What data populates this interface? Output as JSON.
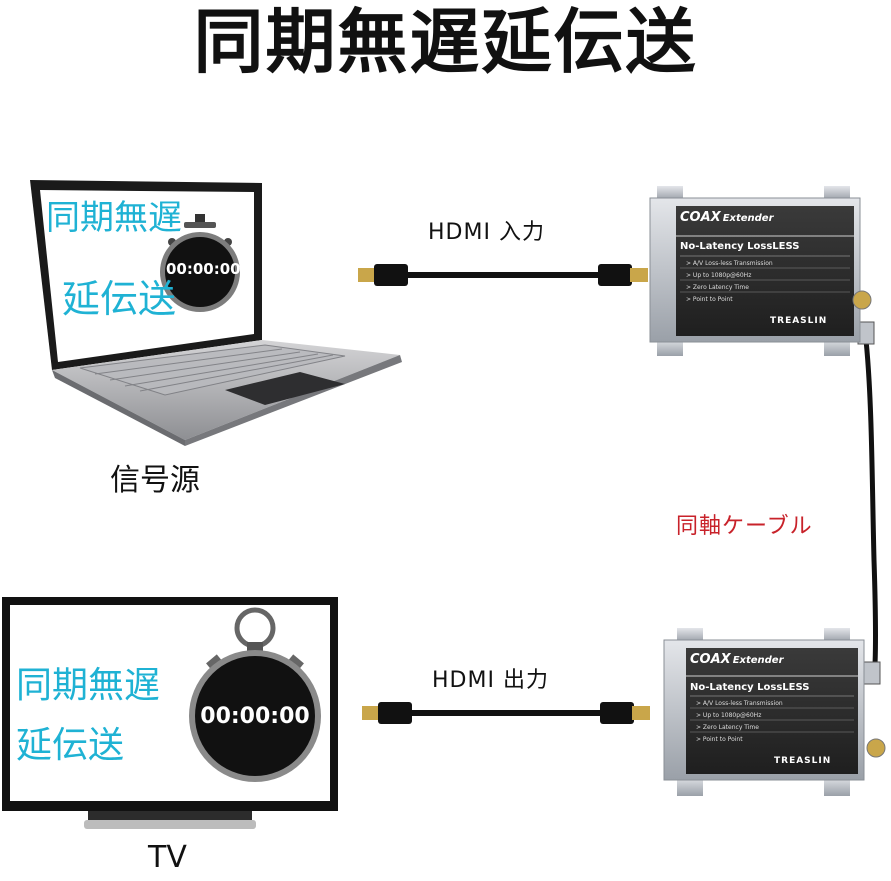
{
  "headline": "同期無遅延伝送",
  "source_label": "信号源",
  "tv_label": "TV",
  "cable_in_label": "HDMI 入力",
  "cable_out_label": "HDMI 出力",
  "coax_label": "同軸ケーブル",
  "laptop_screen": {
    "line1": "同期無遅",
    "line2": "延伝送",
    "timer": "00:00:00"
  },
  "tv_screen": {
    "line1": "同期無遅",
    "line2": "延伝送",
    "timer": "00:00:00"
  },
  "extender": {
    "logo": "COAX",
    "logo_suffix": "Extender",
    "heading": "No-Latency LossLESS",
    "features": [
      "> A/V Loss-less Transmission",
      "> Up to 1080p@60Hz",
      "> Zero Latency Time",
      "> Point to Point"
    ],
    "brand": "TREASLIN"
  },
  "colors": {
    "accent_cyan": "#1fb2d4",
    "coax_red": "#c8222a",
    "device_dark": "#2b2b2b"
  }
}
